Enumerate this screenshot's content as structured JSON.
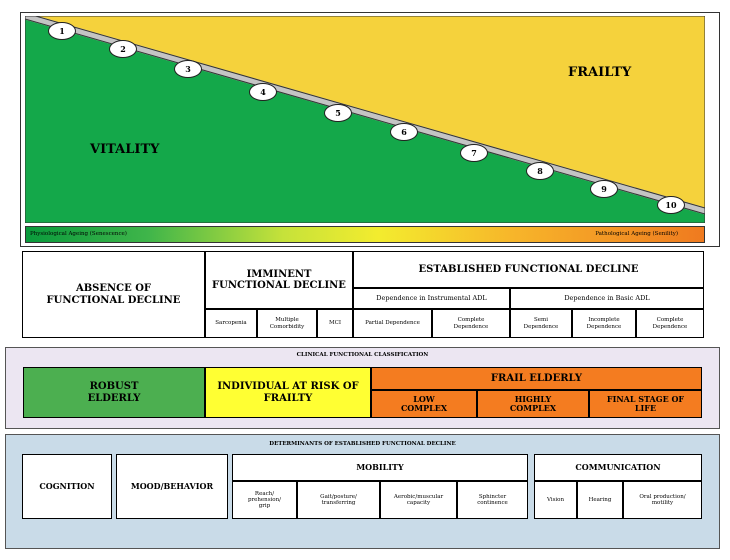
{
  "top": {
    "colors": {
      "vitality": "#14a84a",
      "frailty": "#f5d23c",
      "diag": "#c4c4c4"
    },
    "vitality_label": "VITALITY",
    "frailty_label": "FRAILTY",
    "steps": [
      "1",
      "2",
      "3",
      "4",
      "5",
      "6",
      "7",
      "8",
      "9",
      "10"
    ],
    "gradient_left": "Physiological Ageing (Senescence)",
    "gradient_right": "Pathological Ageing (Senility)"
  },
  "decline": {
    "absence": "ABSENCE OF FUNCTIONAL DECLINE",
    "imminent": "IMMINENT FUNCTIONAL DECLINE",
    "imminent_items": [
      "Sarcopenia",
      "Multiple Comorbidity",
      "MCI"
    ],
    "established": "ESTABLISHED FUNCTIONAL DECLINE",
    "instrumental": "Dependence in Instrumental ADL",
    "basic": "Dependence in Basic ADL",
    "instrumental_items": [
      "Partial Dependence",
      "Complete Dependence"
    ],
    "basic_items": [
      "Semi Dependence",
      "Incomplete Dependence",
      "Complete Dependence"
    ]
  },
  "clinical": {
    "title": "CLINICAL FUNCTIONAL CLASSIFICATION",
    "colors": {
      "panel": "#ece6f2",
      "robust": "#4caf50",
      "risk": "#ffff33",
      "frail": "#f47c20"
    },
    "robust": "ROBUST ELDERLY",
    "risk": "INDIVIDUAL AT RISK OF FRAILTY",
    "frail": "FRAIL ELDERLY",
    "frail_items": [
      "LOW COMPLEX",
      "HIGHLY COMPLEX",
      "FINAL STAGE OF LIFE"
    ]
  },
  "determinants": {
    "title": "DETERMINANTS OF ESTABLISHED FUNCTIONAL DECLINE",
    "colors": {
      "panel": "#c9dbe8"
    },
    "cognition": "COGNITION",
    "mood": "MOOD/BEHAVIOR",
    "mobility": "MOBILITY",
    "mobility_items": [
      "Reach/ prehension/ grip",
      "Gait/posture/ transferring",
      "Aerobic/muscular capacity",
      "Sphincter continence"
    ],
    "communication": "COMMUNICATION",
    "communication_items": [
      "Vision",
      "Hearing",
      "Oral production/ motility"
    ]
  }
}
